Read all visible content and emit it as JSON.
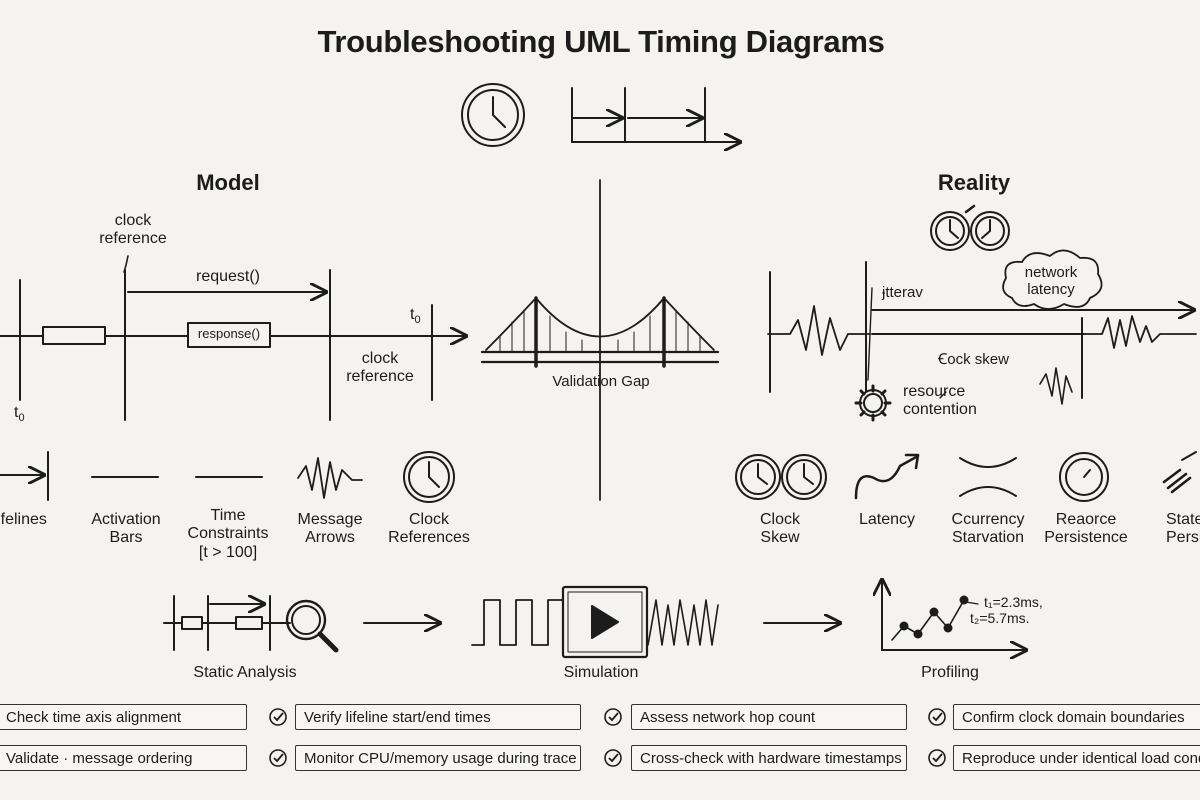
{
  "title": "Troubleshooting UML Timing Diagrams",
  "model": {
    "heading": "Model",
    "clock_reference_top": "clock\nreference",
    "request": "request()",
    "response": "response()",
    "t0_right": "t",
    "t0_right_sub": "0",
    "clock_reference_bottom": "clock\nreference",
    "t0_left": "t",
    "t0_left_sub": "0"
  },
  "bridge_label": "Validation Gap",
  "reality": {
    "heading": "Reality",
    "jitter": "ɉtterav",
    "network_latency": "network\nlatency",
    "clock_skew": "Ꞓock skew",
    "resource_contention": "resource\ncontention"
  },
  "model_icons": [
    {
      "label": "ifelines"
    },
    {
      "label": "Activation\nBars"
    },
    {
      "label": "Time\nConstraints\n[t > 100]"
    },
    {
      "label": "Message\nArrows"
    },
    {
      "label": "Clock\nReferences"
    }
  ],
  "reality_icons": [
    {
      "label": "Clock\nSkew"
    },
    {
      "label": "Latency"
    },
    {
      "label": "Ccurrency\nStarvation"
    },
    {
      "label": "Reaorce\nPersistence"
    },
    {
      "label": "State\nPersist"
    }
  ],
  "pipeline": {
    "static": "Static Analysis",
    "simulation": "Simulation",
    "profiling": "Profiling",
    "t1": "t₁=2.3ms,",
    "t2": "t₂=5.7ms."
  },
  "checklist": [
    [
      "Check time axis alignment",
      "Verify lifeline start/end times",
      "Assess network hop count",
      "Confirm clock domain boundaries"
    ],
    [
      "Validate · message ordering",
      "Monitor CPU/memory usage during trace",
      "Cross-check with hardware timestamps",
      "Reproduce under identical load cond"
    ]
  ],
  "colors": {
    "ink": "#1c1c1c",
    "paper": "#f4f3ef"
  }
}
